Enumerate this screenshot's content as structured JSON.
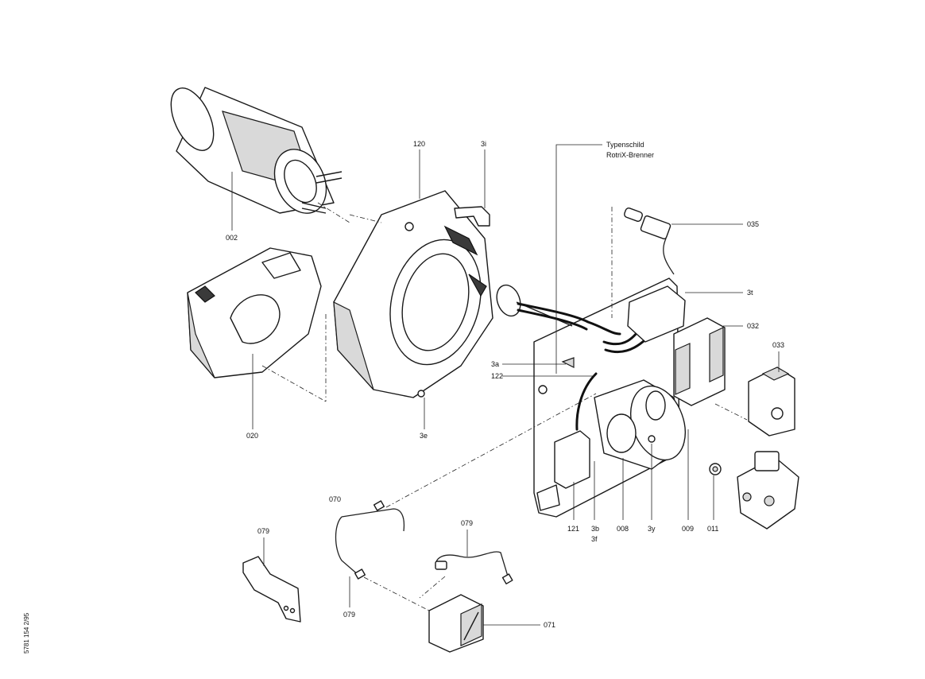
{
  "doc_reference": "5781 154   2/95",
  "nameplate": {
    "line1": "Typenschild",
    "line2": "RotriX-Brenner"
  },
  "callouts": {
    "c002": "002",
    "c020": "020",
    "c120": "120",
    "c3i": "3i",
    "c3e": "3e",
    "c3a": "3a",
    "c122": "122",
    "c035": "035",
    "c3t": "3t",
    "c032": "032",
    "c033": "033",
    "c121": "121",
    "c3b": "3b",
    "c3f": "3f",
    "c008": "008",
    "c3y": "3y",
    "c009": "009",
    "c011": "011",
    "c070": "070",
    "c079_bracket": "079",
    "c079_cable_top": "079",
    "c079_cable_bottom": "079",
    "c071": "071"
  }
}
